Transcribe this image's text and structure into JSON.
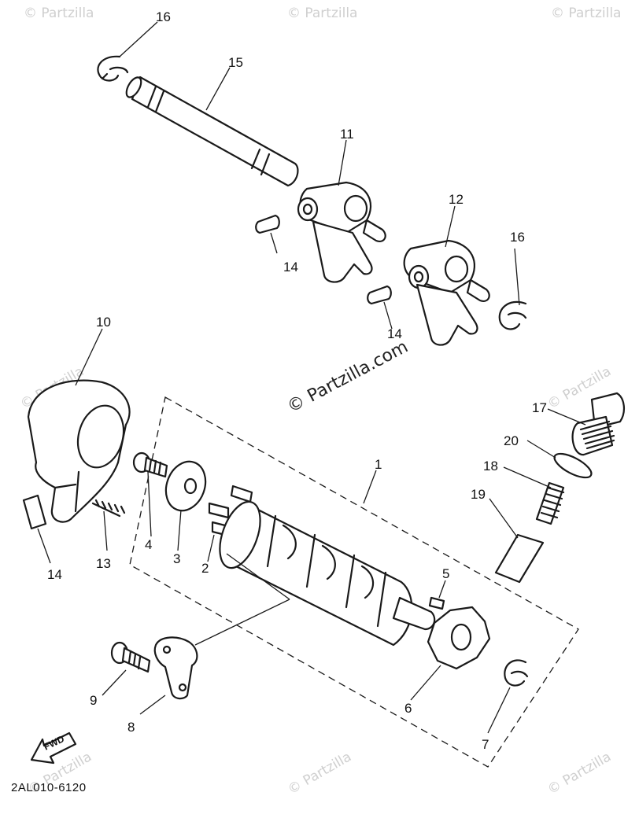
{
  "diagram": {
    "part_code": "2AL010-6120",
    "fwd_label": "FWD",
    "watermark": "© Partzilla",
    "watermark_center": "© Partzilla.com",
    "callouts": [
      {
        "id": "1",
        "label": "1"
      },
      {
        "id": "2",
        "label": "2"
      },
      {
        "id": "3",
        "label": "3"
      },
      {
        "id": "4",
        "label": "4"
      },
      {
        "id": "5",
        "label": "5"
      },
      {
        "id": "6",
        "label": "6"
      },
      {
        "id": "7",
        "label": "7"
      },
      {
        "id": "8",
        "label": "8"
      },
      {
        "id": "9",
        "label": "9"
      },
      {
        "id": "10",
        "label": "10"
      },
      {
        "id": "11",
        "label": "11"
      },
      {
        "id": "12",
        "label": "12"
      },
      {
        "id": "13",
        "label": "13"
      },
      {
        "id": "14a",
        "label": "14"
      },
      {
        "id": "14b",
        "label": "14"
      },
      {
        "id": "14c",
        "label": "14"
      },
      {
        "id": "15",
        "label": "15"
      },
      {
        "id": "16a",
        "label": "16"
      },
      {
        "id": "16b",
        "label": "16"
      },
      {
        "id": "17",
        "label": "17"
      },
      {
        "id": "18",
        "label": "18"
      },
      {
        "id": "19",
        "label": "19"
      },
      {
        "id": "20",
        "label": "20"
      }
    ]
  }
}
